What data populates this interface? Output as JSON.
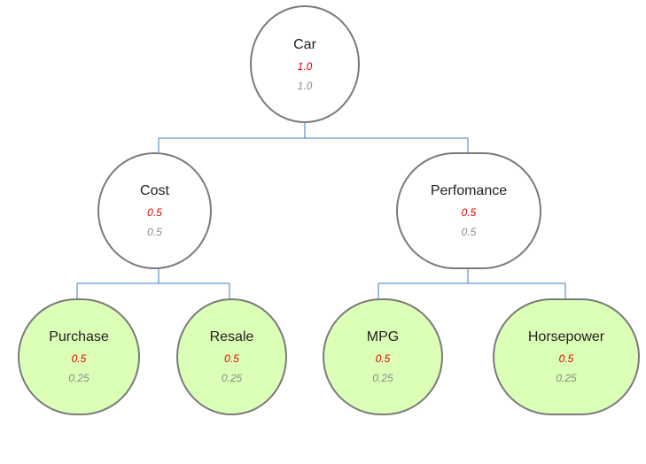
{
  "colors": {
    "connector": "#3a7ec0",
    "node_border": "#7a7a7a",
    "leaf_fill": "#dbffb6",
    "node_fill": "#ffffff",
    "weight_local": "#e00000",
    "weight_global": "#8a8a8a"
  },
  "nodes": {
    "car": {
      "name": "Car",
      "local_weight": "1.0",
      "global_weight": "1.0"
    },
    "cost": {
      "name": "Cost",
      "local_weight": "0.5",
      "global_weight": "0.5"
    },
    "performance": {
      "name": "Perfomance",
      "local_weight": "0.5",
      "global_weight": "0.5"
    },
    "purchase": {
      "name": "Purchase",
      "local_weight": "0.5",
      "global_weight": "0.25"
    },
    "resale": {
      "name": "Resale",
      "local_weight": "0.5",
      "global_weight": "0.25"
    },
    "mpg": {
      "name": "MPG",
      "local_weight": "0.5",
      "global_weight": "0.25"
    },
    "horsepower": {
      "name": "Horsepower",
      "local_weight": "0.5",
      "global_weight": "0.25"
    }
  }
}
